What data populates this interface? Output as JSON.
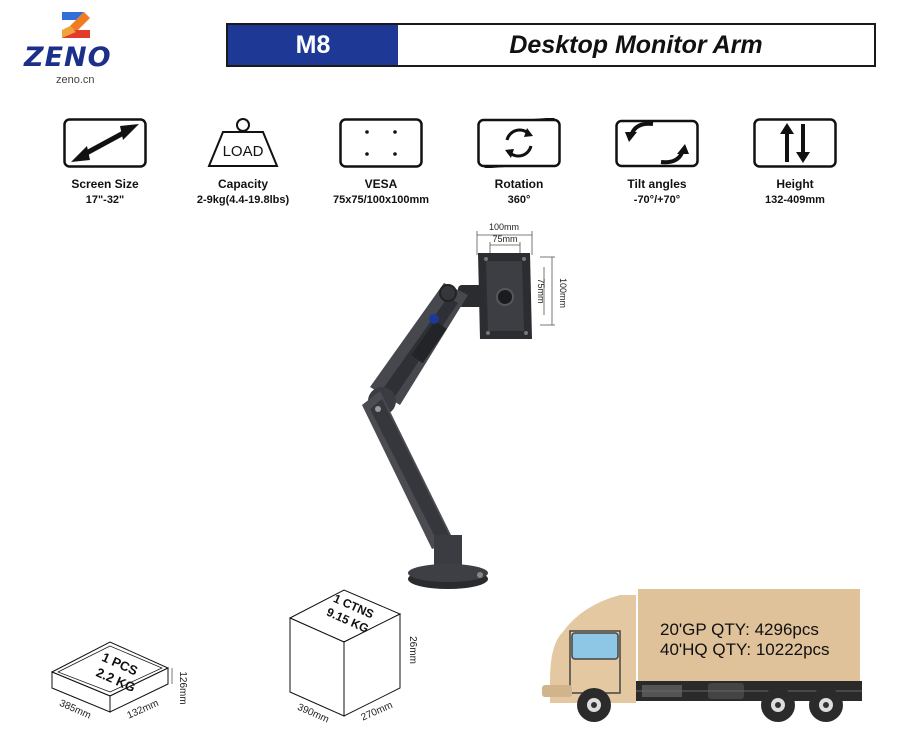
{
  "logo": {
    "brand": "ZENO",
    "site": "zeno.cn"
  },
  "header": {
    "model": "M8",
    "title": "Desktop Monitor Arm"
  },
  "specs": [
    {
      "icon": "diagonal-arrow-icon",
      "label": "Screen Size",
      "value": "17\"-32\""
    },
    {
      "icon": "load-weight-icon",
      "label": "Capacity",
      "value": "2-9kg(4.4-19.8lbs)",
      "icon_text": "LOAD"
    },
    {
      "icon": "vesa-holes-icon",
      "label": "VESA",
      "value": "75x75/100x100mm"
    },
    {
      "icon": "rotation-icon",
      "label": "Rotation",
      "value": "360°"
    },
    {
      "icon": "tilt-icon",
      "label": "Tilt angles",
      "value": "-70°/+70°"
    },
    {
      "icon": "height-arrows-icon",
      "label": "Height",
      "value": "132-409mm"
    }
  ],
  "vesa_plate": {
    "width_outer": "100mm",
    "width_inner": "75mm",
    "height_outer": "100mm",
    "height_inner": "75mm"
  },
  "package_single": {
    "pcs": "1 PCS",
    "weight": "2.2 KG",
    "length": "385mm",
    "width": "132mm",
    "height": "126mm"
  },
  "package_carton": {
    "ctns": "1 CTNS",
    "weight": "9.15 KG",
    "length": "390mm",
    "width": "270mm",
    "height": "26mm"
  },
  "shipping": {
    "gp20": "20'GP QTY:  4296pcs",
    "hq40": "40'HQ QTY:  10222pcs"
  },
  "colors": {
    "brand_blue": "#1e3896",
    "truck_box": "#dfc19a",
    "arm_gray": "#3d3f44"
  }
}
